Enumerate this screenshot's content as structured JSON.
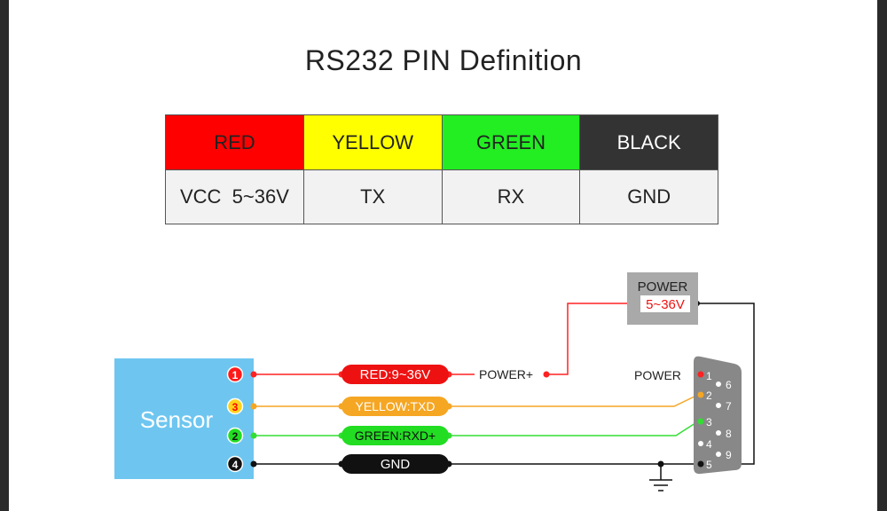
{
  "title": "RS232 PIN Definition",
  "table": {
    "headers": [
      {
        "label": "RED",
        "bg": "#ff0000",
        "fg": "#222222"
      },
      {
        "label": "YELLOW",
        "bg": "#ffff00",
        "fg": "#222222"
      },
      {
        "label": "GREEN",
        "bg": "#22ee22",
        "fg": "#222222"
      },
      {
        "label": "BLACK",
        "bg": "#333333",
        "fg": "#ffffff"
      }
    ],
    "values": [
      "VCC  5~36V",
      "TX",
      "RX",
      "GND"
    ]
  },
  "diagram": {
    "sensor_label": "Sensor",
    "sensor_color": "#6ec6f0",
    "pins": [
      {
        "num": "1",
        "color": "#ff1a1a",
        "badge_text_color": "#ffffff"
      },
      {
        "num": "3",
        "color": "#ffd21a",
        "badge_text_color": "#ff0000"
      },
      {
        "num": "2",
        "color": "#22dd22",
        "badge_text_color": "#111111"
      },
      {
        "num": "4",
        "color": "#111111",
        "badge_text_color": "#ffffff"
      }
    ],
    "wire_labels": [
      {
        "text": "RED:9~36V",
        "bg": "#ee1111",
        "fg": "#ffffff"
      },
      {
        "text": "YELLOW:TXD",
        "bg": "#f5a623",
        "fg": "#ffffff"
      },
      {
        "text": "GREEN:RXD+",
        "bg": "#22dd22",
        "fg": "#111111"
      },
      {
        "text": "GND",
        "bg": "#111111",
        "fg": "#ffffff"
      }
    ],
    "power_plus_label": "POWER+",
    "power_box": {
      "title": "POWER",
      "value": "5~36V"
    },
    "connector_power_label": "POWER",
    "connector_pins_left": [
      "1",
      "2",
      "3",
      "4",
      "5"
    ],
    "connector_pins_right": [
      "6",
      "7",
      "8",
      "9"
    ],
    "wire_colors": {
      "red": "#ff2222",
      "yellow": "#f5a623",
      "green": "#33dd33",
      "black": "#111111"
    }
  }
}
